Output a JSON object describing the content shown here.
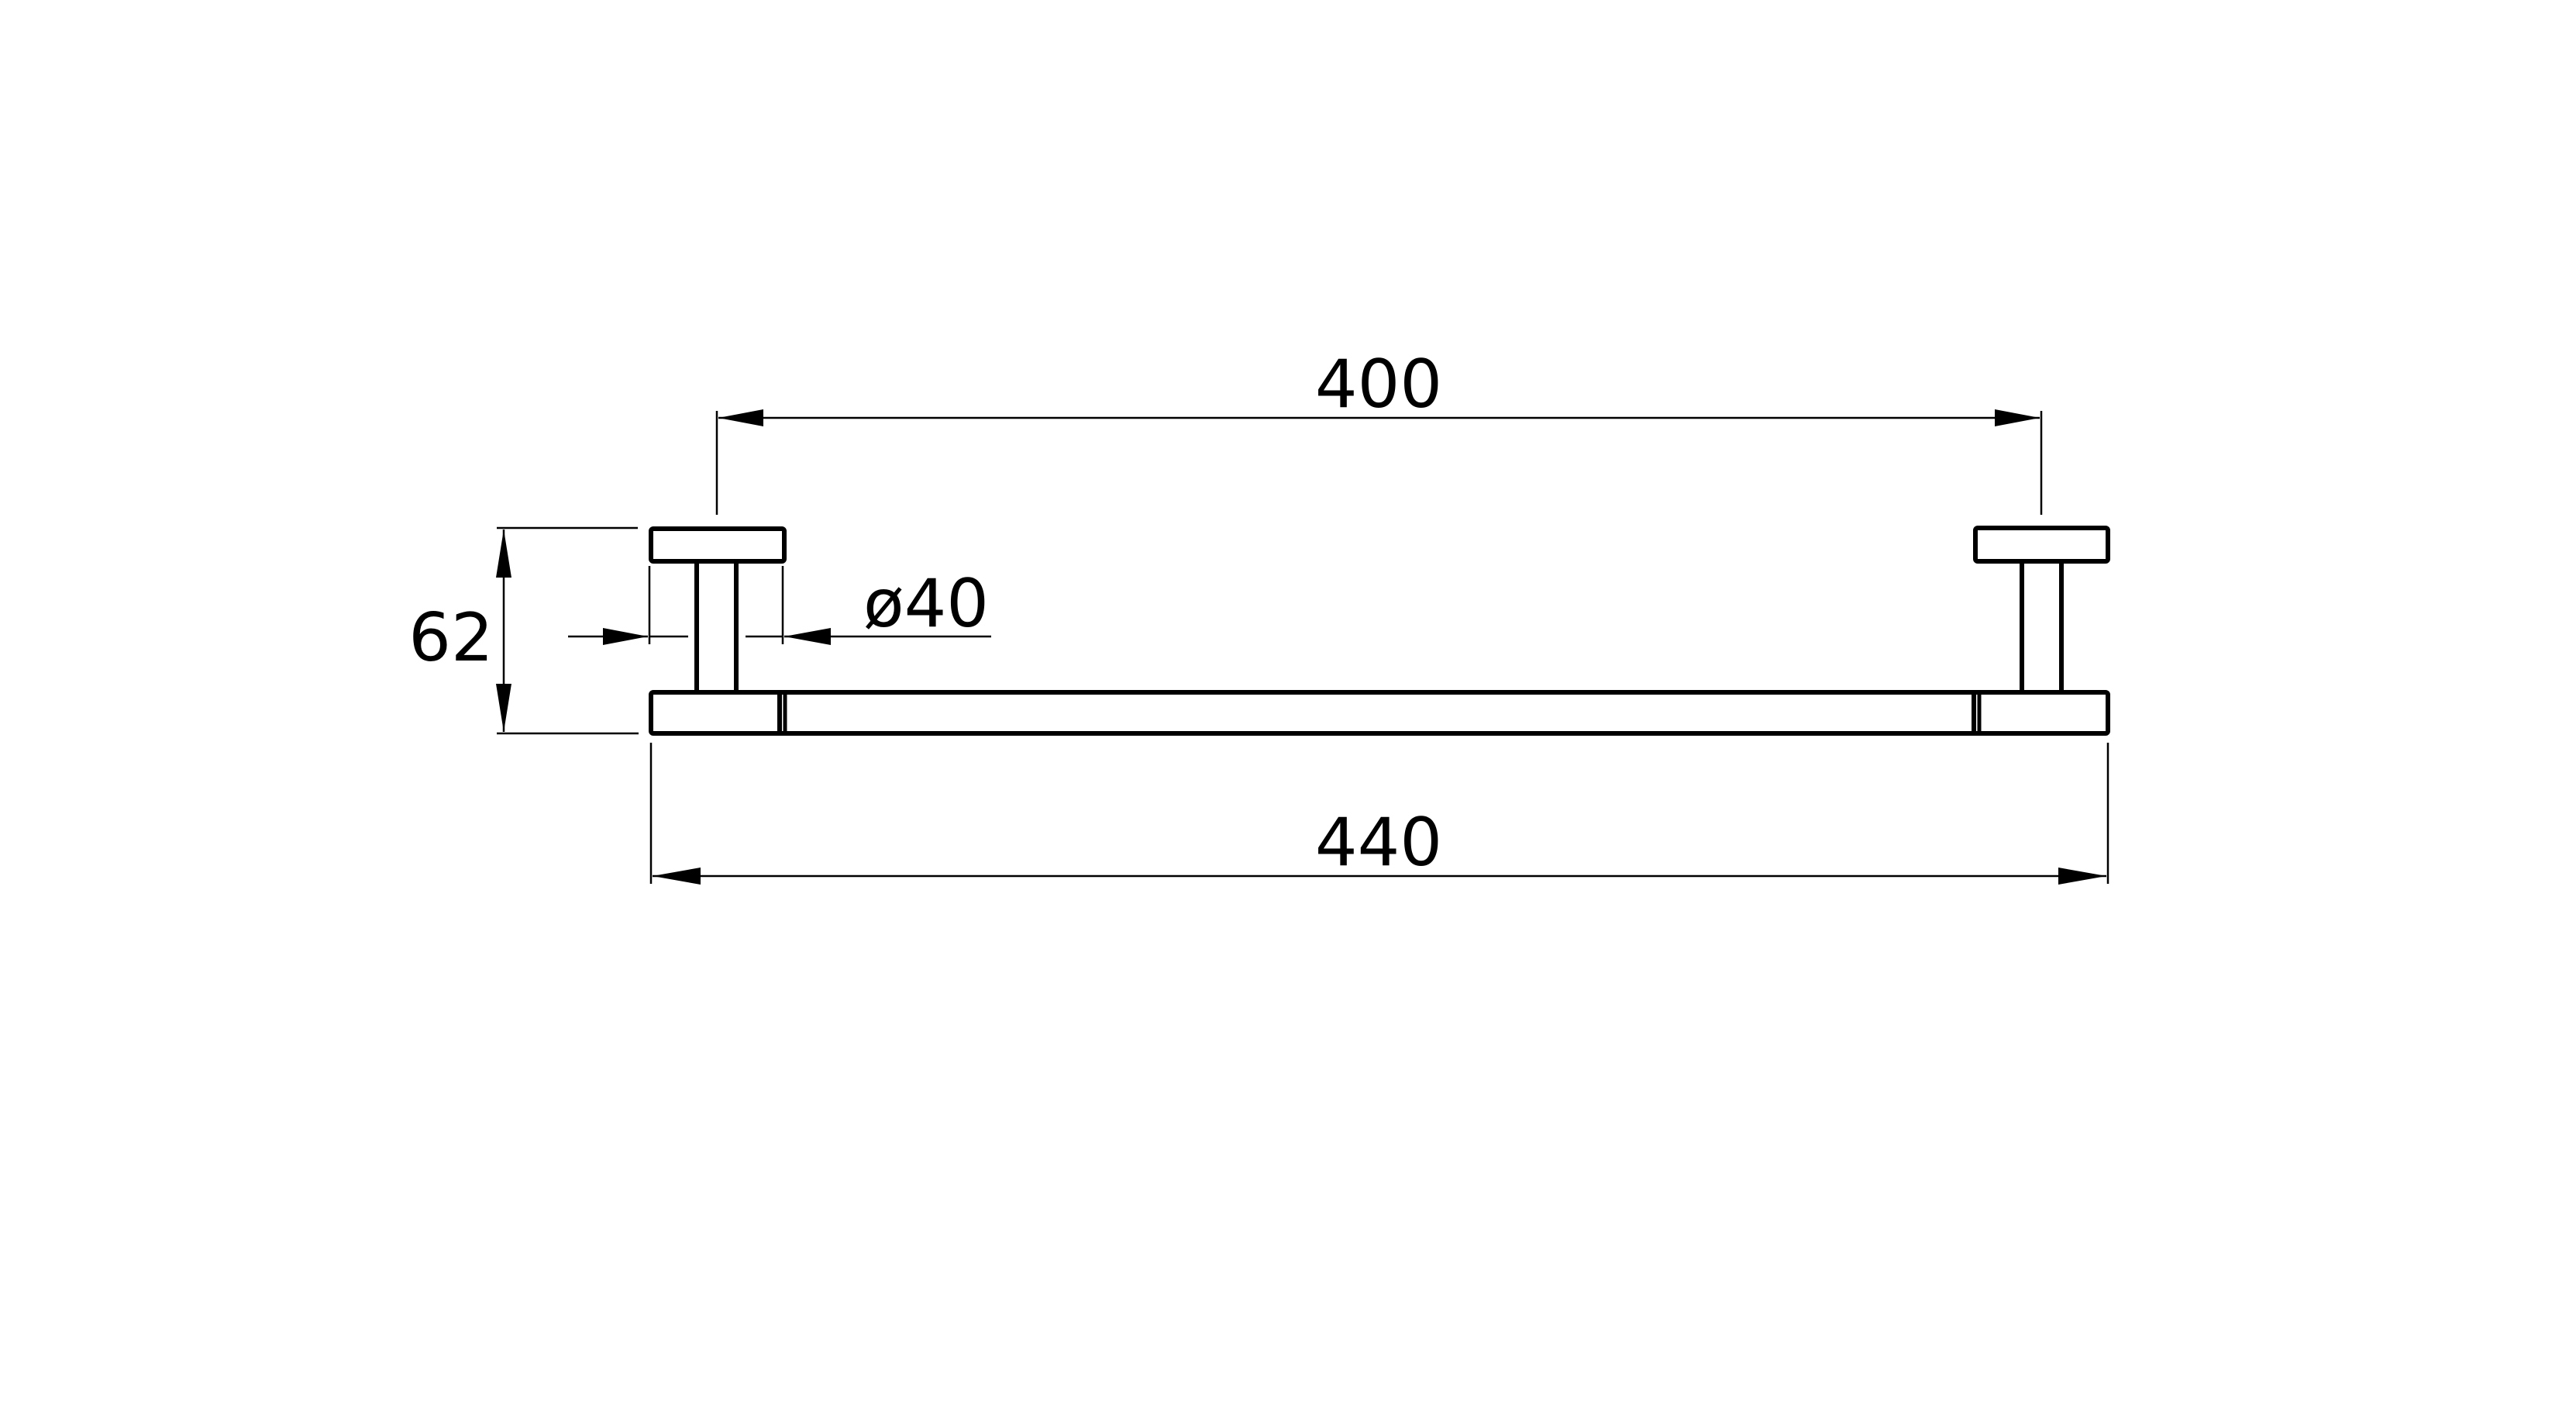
{
  "drawing": {
    "subject": "towel bar side elevation",
    "line_color": "#000000",
    "background": "#ffffff"
  },
  "dimensions": {
    "mount_spacing": {
      "label": "400",
      "value": 400
    },
    "overall_length": {
      "label": "440",
      "value": 440
    },
    "projection": {
      "label": "62",
      "value": 62
    },
    "rosette_diameter": {
      "label": "ø40",
      "value": 40
    }
  }
}
